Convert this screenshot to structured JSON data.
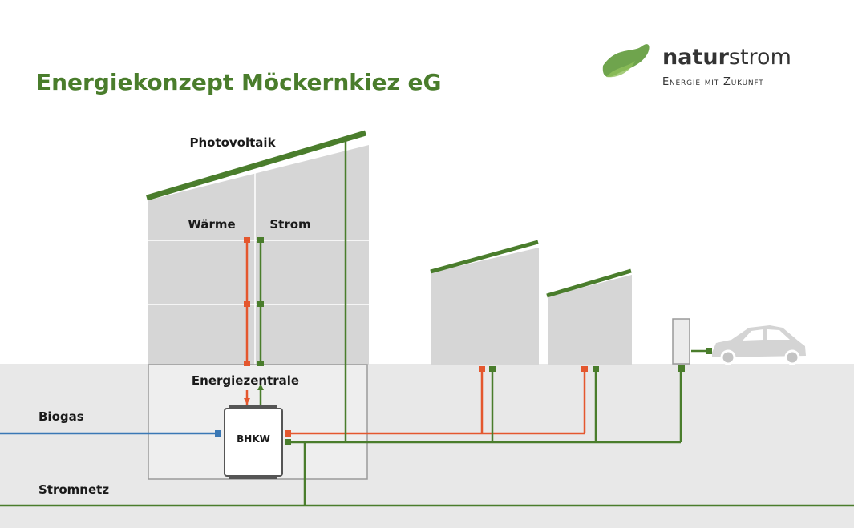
{
  "title": "Energiekonzept Möckernkiez eG",
  "logo": {
    "brand_prefix": "natur",
    "brand_suffix": "strom",
    "tagline": "Energie mit Zukunft",
    "icon": "green-swoosh-logo-icon"
  },
  "labels": {
    "photovoltaik": "Photovoltaik",
    "waerme": "Wärme",
    "strom": "Strom",
    "energiezentrale": "Energiezentrale",
    "bhkw": "BHKW",
    "biogas": "Biogas",
    "stromnetz": "Stromnetz"
  },
  "icons": {
    "vehicle": "car-icon",
    "charging": "charging-station-icon"
  },
  "colors": {
    "title_green": "#4a7d2c",
    "line_green": "#4a7d2c",
    "heat_orange": "#e4572e",
    "biogas_blue": "#3a78b5",
    "building_gray": "#d6d6d6",
    "ground_gray": "#e8e8e8",
    "text_dark": "#1a1a1a"
  }
}
